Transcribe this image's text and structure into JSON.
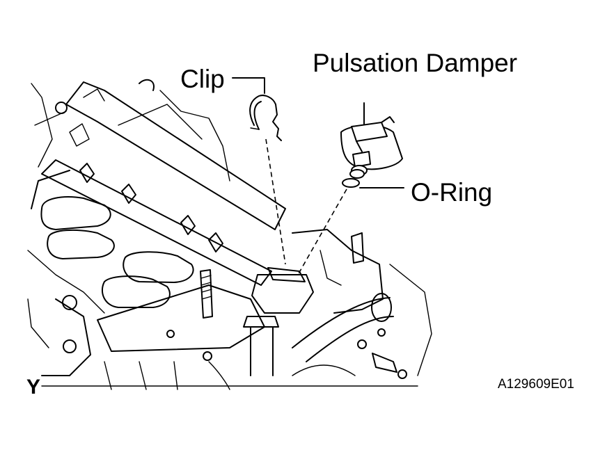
{
  "labels": {
    "pulsation_damper": "Pulsation Damper",
    "clip": "Clip",
    "o_ring": "O-Ring",
    "view_letter": "Y",
    "figure_code": "A129609E01"
  },
  "colors": {
    "line": "#000000",
    "background": "#ffffff"
  }
}
